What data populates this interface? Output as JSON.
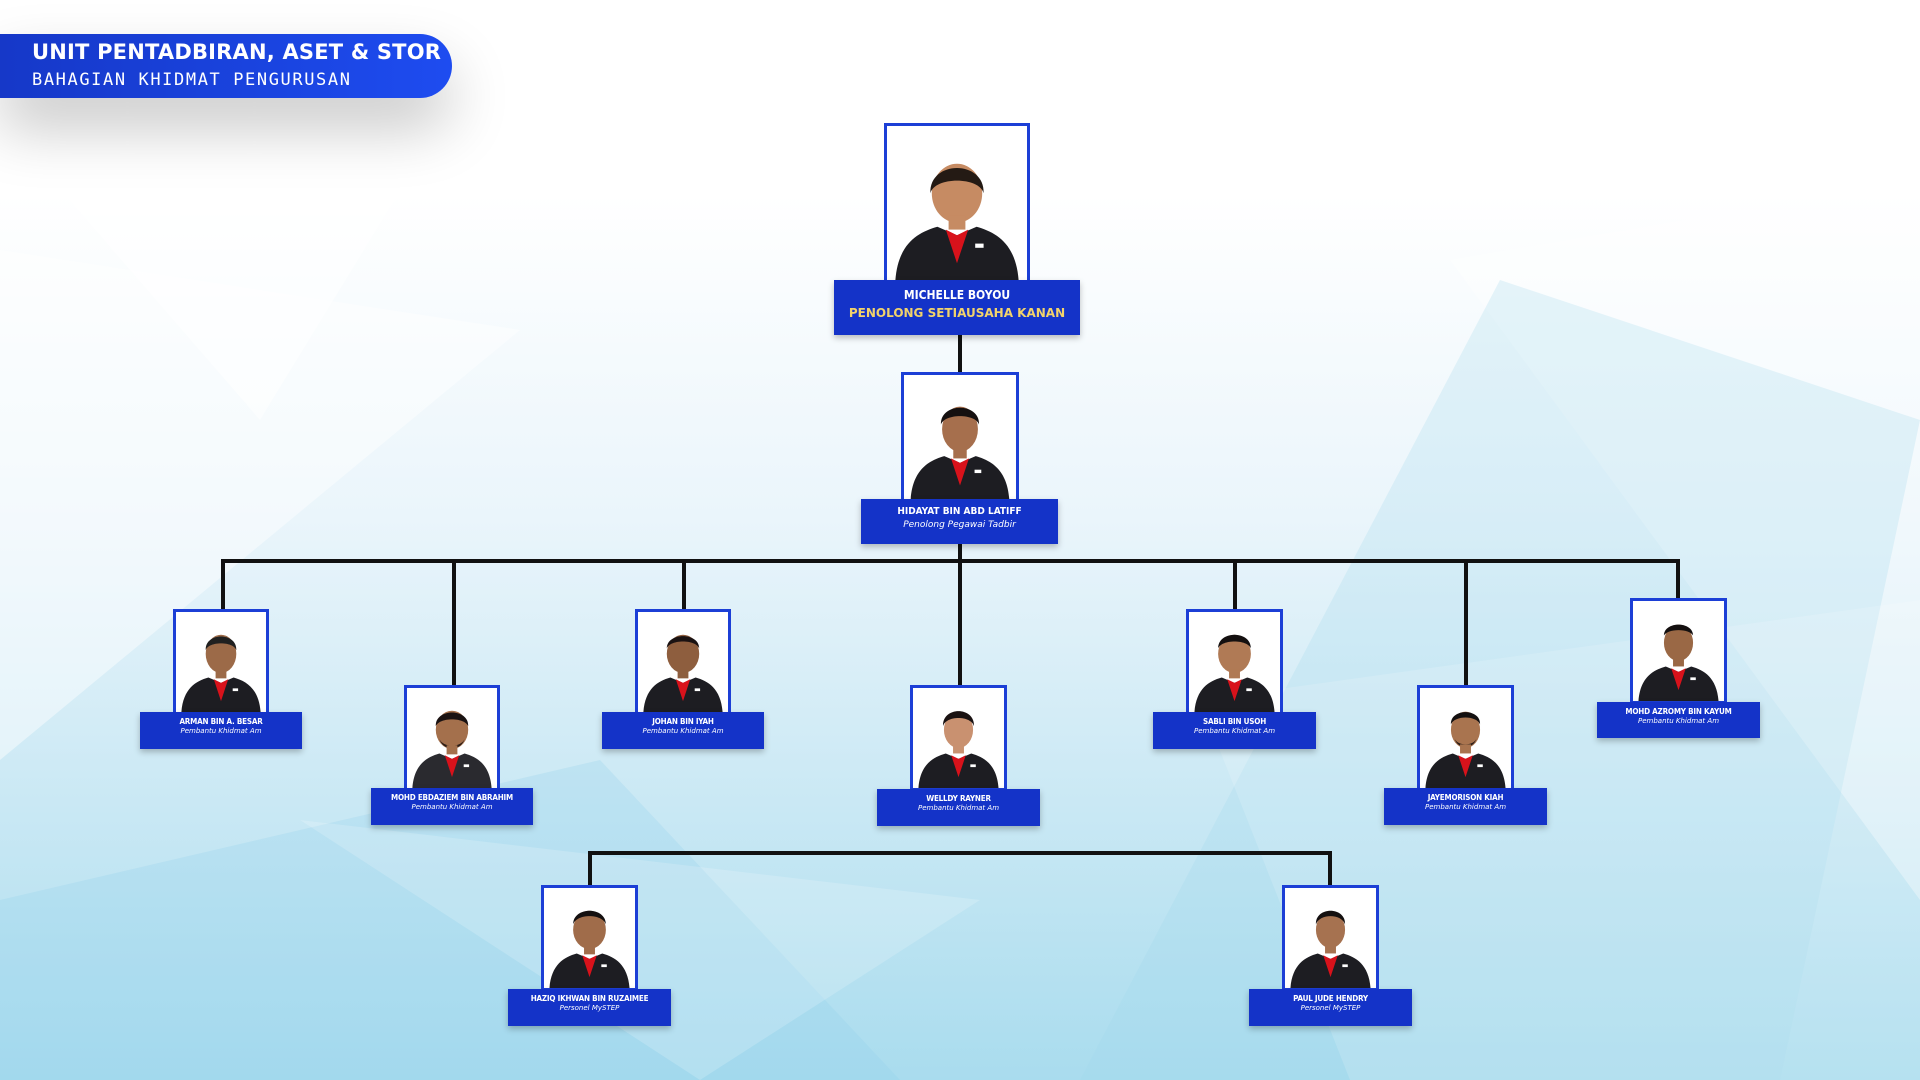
{
  "banner": {
    "title": "UNIT PENTADBIRAN, ASET & STOR",
    "subtitle": "BAHAGIAN KHIDMAT PENGURUSAN"
  },
  "colors": {
    "brand_blue": "#1433c8",
    "frame_blue": "#1c3fd6",
    "role_gold": "#f2d36b",
    "connector": "#111111",
    "tie_red": "#d8121b",
    "suit": "#1d1d22"
  },
  "org": {
    "head": {
      "name": "MICHELLE BOYOU",
      "role": "PENOLONG SETIAUSAHA KANAN"
    },
    "deputy": {
      "name": "HIDAYAT BIN ABD LATIFF",
      "role": "Penolong Pegawai Tadbir"
    },
    "staff": [
      {
        "name": "ARMAN BIN A. BESAR",
        "role": "Pembantu Khidmat Am"
      },
      {
        "name": "MOHD EBDAZIEM BIN ABRAHIM",
        "role": "Pembantu Khidmat Am"
      },
      {
        "name": "JOHAN BIN IYAH",
        "role": "Pembantu Khidmat Am"
      },
      {
        "name": "WELLDY RAYNER",
        "role": "Pembantu Khidmat Am"
      },
      {
        "name": "SABLI BIN USOH",
        "role": "Pembantu Khidmat Am"
      },
      {
        "name": "JAYEMORISON KIAH",
        "role": "Pembantu Khidmat Am"
      },
      {
        "name": "MOHD AZROMY BIN KAYUM",
        "role": "Pembantu Khidmat Am"
      }
    ],
    "mystep": [
      {
        "name": "HAZIQ IKHWAN BIN RUZAIMEE",
        "role": "Personel MySTEP"
      },
      {
        "name": "PAUL JUDE HENDRY",
        "role": "Personel MySTEP"
      }
    ]
  }
}
